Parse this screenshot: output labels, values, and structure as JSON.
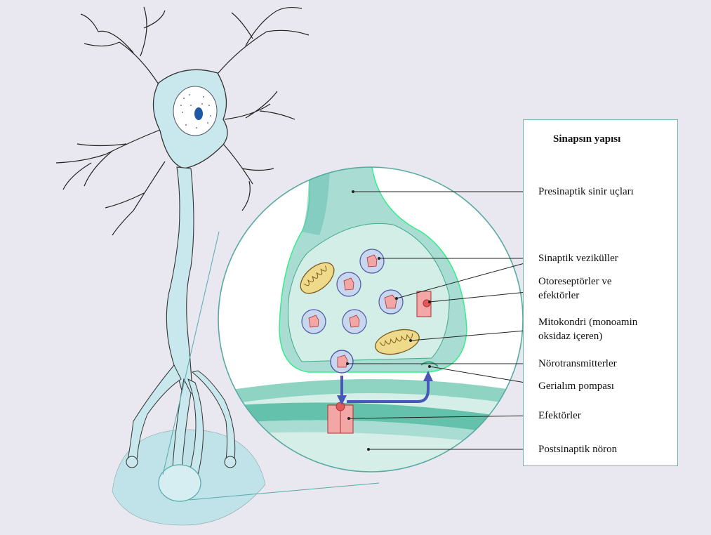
{
  "legend": {
    "title": "Sinapsın yapısı",
    "labels": {
      "presynaptic": "Presinaptik sinir uçları",
      "vesicles": "Sinaptik veziküller",
      "autoreceptors_1": "Otoreseptörler ve",
      "autoreceptors_2": "efektörler",
      "mitochondria_1": "Mitokondri (monoamin",
      "mitochondria_2": "oksidaz içeren)",
      "neurotransmitters": "Nörotransmitterler",
      "reuptake_pump": "Gerialım pompası",
      "effectors": "Efektörler",
      "postsynaptic": "Postsinaptik nöron"
    }
  },
  "colors": {
    "background": "#e9e8f1",
    "neuron_fill": "#c9e8ee",
    "terminal_fill": "#a9ddd4",
    "terminal_dark": "#6cc3b2",
    "vesicle_fill": "#c9d7ee",
    "receptor_fill": "#f2a6a6",
    "arrow": "#4858b8",
    "mitochondria": "#efd98a"
  }
}
